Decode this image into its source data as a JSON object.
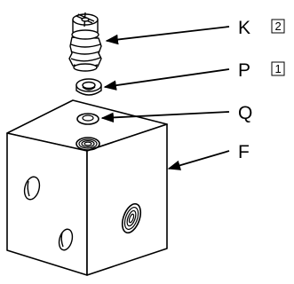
{
  "parts": [
    {
      "id": "K",
      "name": "screw-plug",
      "qty": "2"
    },
    {
      "id": "P",
      "name": "seal-washer",
      "qty": "1"
    },
    {
      "id": "Q",
      "name": "port-opening",
      "qty": ""
    },
    {
      "id": "F",
      "name": "block-body",
      "qty": ""
    }
  ]
}
